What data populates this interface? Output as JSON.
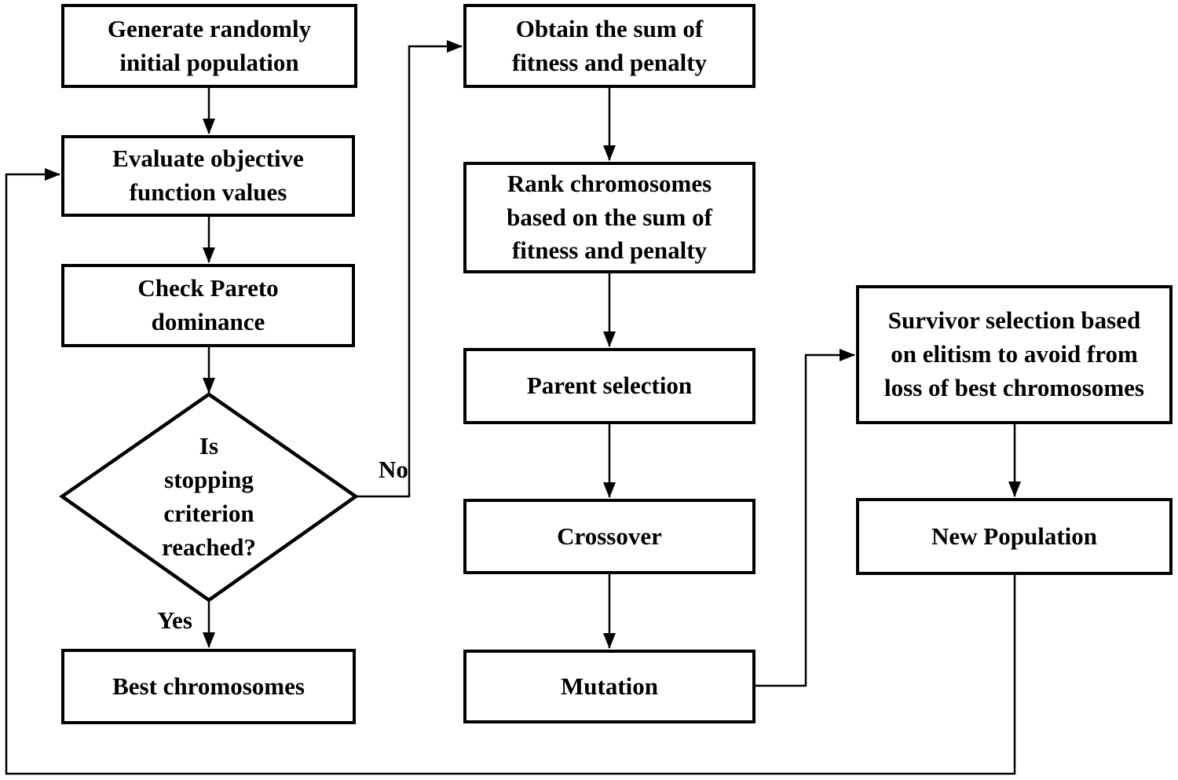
{
  "diagram": {
    "nodes": {
      "generate": {
        "label": "Generate randomly\ninitial population"
      },
      "evaluate": {
        "label": "Evaluate objective\nfunction values"
      },
      "check_pareto": {
        "label": "Check Pareto\ndominance"
      },
      "stopping": {
        "label": "Is\nstopping\ncriterion\nreached?"
      },
      "best": {
        "label": "Best chromosomes"
      },
      "obtain": {
        "label": "Obtain the sum of\nfitness and penalty"
      },
      "rank": {
        "label": "Rank chromosomes\nbased on the sum of\nfitness and penalty"
      },
      "parent": {
        "label": "Parent selection"
      },
      "crossover": {
        "label": "Crossover"
      },
      "mutation": {
        "label": "Mutation"
      },
      "survivor": {
        "label": "Survivor selection based\non elitism to avoid from\nloss of best chromosomes"
      },
      "new_population": {
        "label": "New Population"
      }
    },
    "edge_labels": {
      "no": "No",
      "yes": "Yes"
    },
    "colors": {
      "stroke": "#000000",
      "fill": "#ffffff",
      "background": "#ffffff",
      "text": "#000000"
    }
  }
}
